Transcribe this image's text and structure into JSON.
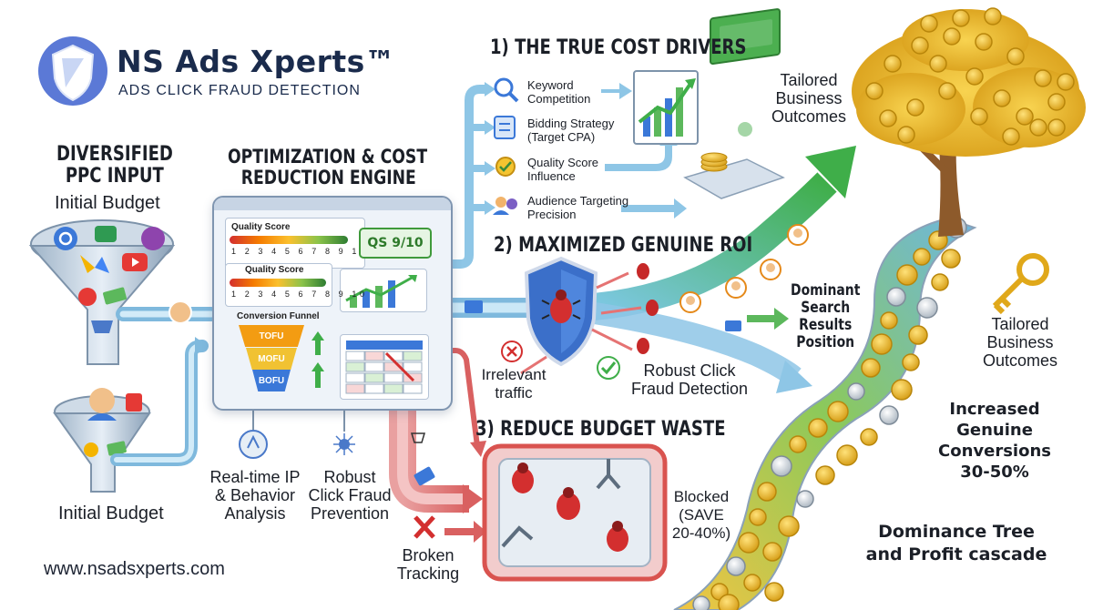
{
  "brand": {
    "name": "NS Ads Xperts™",
    "tagline": "ADS CLICK FRAUD DETECTION"
  },
  "input_section": {
    "title_line1": "DIVERSIFIED",
    "title_line2": "PPC INPUT",
    "budget_top": "Initial Budget",
    "budget_bottom": "Initial Budget"
  },
  "engine": {
    "title_line1": "OPTIMIZATION & COST",
    "title_line2": "REDUCTION ENGINE",
    "quality_score_label_1": "Quality Score",
    "quality_score_label_2": "Quality Score",
    "scale": "1 2 3 4 5 6 7 8 9 10",
    "qs_badge": "QS 9/10",
    "funnel_label": "Conversion Funnel",
    "funnel_stages": [
      "TOFU",
      "MOFU",
      "BOFU"
    ],
    "bottom_left_line1": "Real-time IP",
    "bottom_left_line2": "& Behavior",
    "bottom_left_line3": "Analysis",
    "bottom_right_line1": "Robust",
    "bottom_right_line2": "Click Fraud",
    "bottom_right_line3": "Prevention"
  },
  "cost_drivers": {
    "title": "1) THE TRUE COST DRIVERS",
    "items": [
      {
        "line1": "Keyword",
        "line2": "Competition",
        "icon": "magnifier-icon"
      },
      {
        "line1": "Bidding Strategy",
        "line2": "(Target CPA)",
        "icon": "checklist-icon"
      },
      {
        "line1": "Quality Score",
        "line2": "Influence",
        "icon": "badge-icon"
      },
      {
        "line1": "Audience Targeting",
        "line2": "Precision",
        "icon": "audience-icon"
      }
    ],
    "outcome_line1": "Tailored",
    "outcome_line2": "Business",
    "outcome_line3": "Outcomes"
  },
  "roi": {
    "title": "2) MAXIMIZED GENUINE ROI",
    "irrelevant_line1": "Irrelevant",
    "irrelevant_line2": "traffic",
    "detection_line1": "Robust Click",
    "detection_line2": "Fraud Detection",
    "dominant_line1": "Dominant",
    "dominant_line2": "Search",
    "dominant_line3": "Results",
    "dominant_line4": "Position"
  },
  "waste": {
    "title": "3) REDUCE BUDGET WASTE",
    "blocked_line1": "Blocked",
    "blocked_line2": "(SAVE",
    "blocked_line3": "20-40%)",
    "broken_line1": "Broken",
    "broken_line2": "Tracking"
  },
  "tree": {
    "outcome_line1": "Tailored",
    "outcome_line2": "Business",
    "outcome_line3": "Outcomes",
    "conversions_line1": "Increased",
    "conversions_line2": "Genuine",
    "conversions_line3": "Conversions",
    "conversions_value": "30-50%",
    "footer_line1": "Dominance Tree",
    "footer_line2": "and Profit cascade"
  },
  "website": "www.nsadsxperts.com",
  "colors": {
    "navy": "#1a2b4c",
    "pipe_blue": "#8ec6e6",
    "waste_red": "#d9534f",
    "growth_green": "#3fae49",
    "gold": "#e5b21f"
  }
}
